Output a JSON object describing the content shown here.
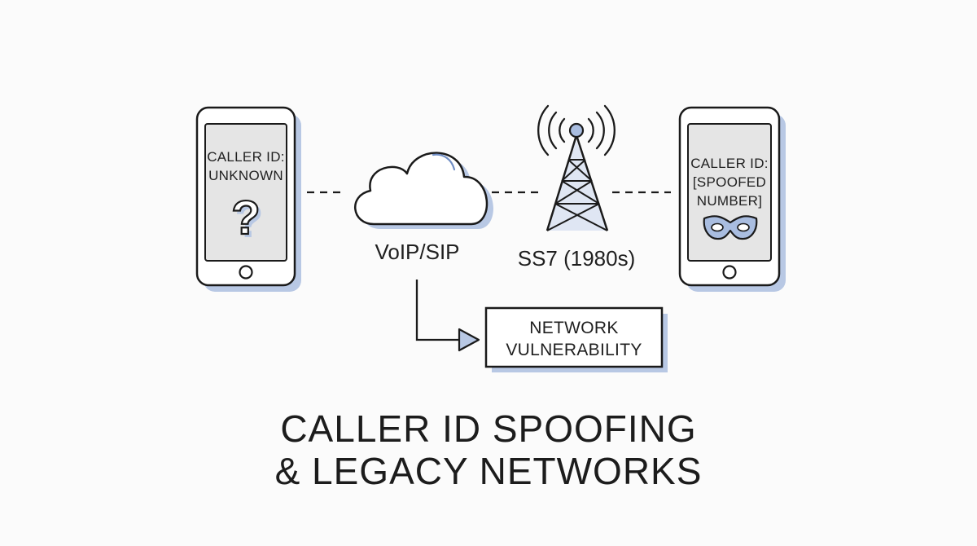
{
  "phone_left": {
    "screen_text": [
      "CALLER ID:",
      "UNKNOWN"
    ],
    "icon": "question-mark"
  },
  "phone_right": {
    "screen_text": [
      "CALLER ID:",
      "[SPOOFED",
      "NUMBER]"
    ],
    "icon": "mask"
  },
  "cloud_node": {
    "label": "VoIP/SIP",
    "icon": "cloud"
  },
  "tower_node": {
    "label": "SS7 (1980s)",
    "icon": "radio-tower"
  },
  "vulnerability_box": {
    "text": [
      "NETWORK",
      "VULNERABILITY"
    ]
  },
  "title": {
    "line1": "CALLER ID SPOOFING",
    "line2": "& LEGACY NETWORKS"
  },
  "colors": {
    "stroke": "#1a1a1a",
    "accent": "#b8c8e4",
    "accent_dark": "#6f8dc4",
    "background": "#fbfbfb"
  }
}
